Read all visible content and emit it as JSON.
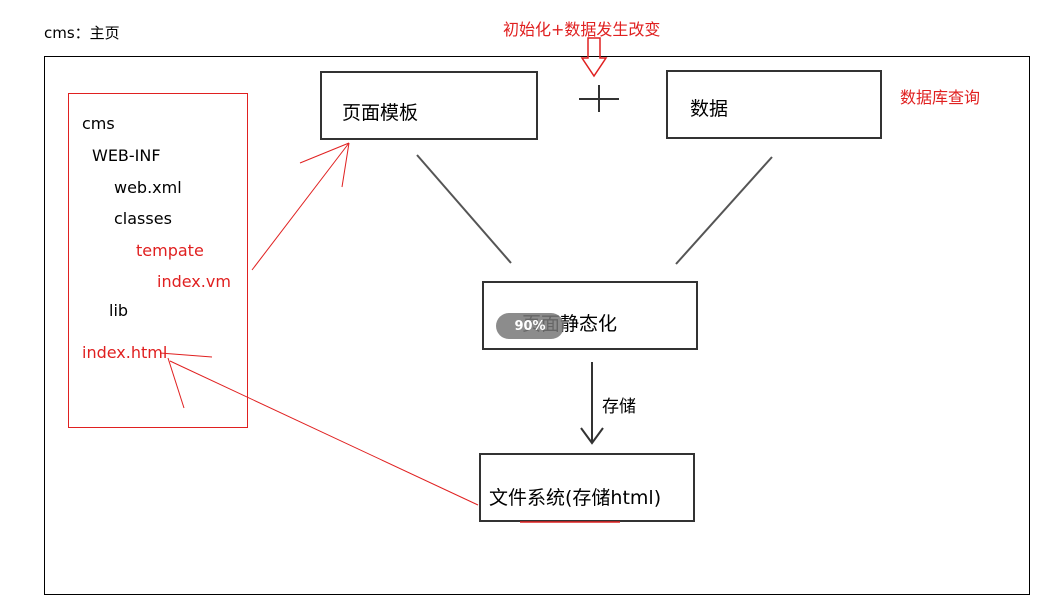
{
  "page_title": "cms：主页",
  "annotations": {
    "top_note": "初始化+数据发生改变",
    "plus_sign": "+",
    "db_query_note": "数据库查询",
    "store_label": "存储"
  },
  "tree": {
    "items": [
      {
        "text": "cms",
        "highlight": false
      },
      {
        "text": "WEB-INF",
        "highlight": false
      },
      {
        "text": "web.xml",
        "highlight": false
      },
      {
        "text": "classes",
        "highlight": false
      },
      {
        "text": "tempate",
        "highlight": true
      },
      {
        "text": "index.vm",
        "highlight": true
      },
      {
        "text": "lib",
        "highlight": false
      },
      {
        "text": "index.html",
        "highlight": true
      }
    ]
  },
  "nodes": {
    "template": "页面模板",
    "data": "数据",
    "staticize": "页面静态化",
    "filesystem": "文件系统(存储html)"
  },
  "zoom_badge": "90%",
  "colors": {
    "annotation": "#e02020",
    "diagram": "#333333",
    "badge_bg": "#7a7a7a"
  }
}
